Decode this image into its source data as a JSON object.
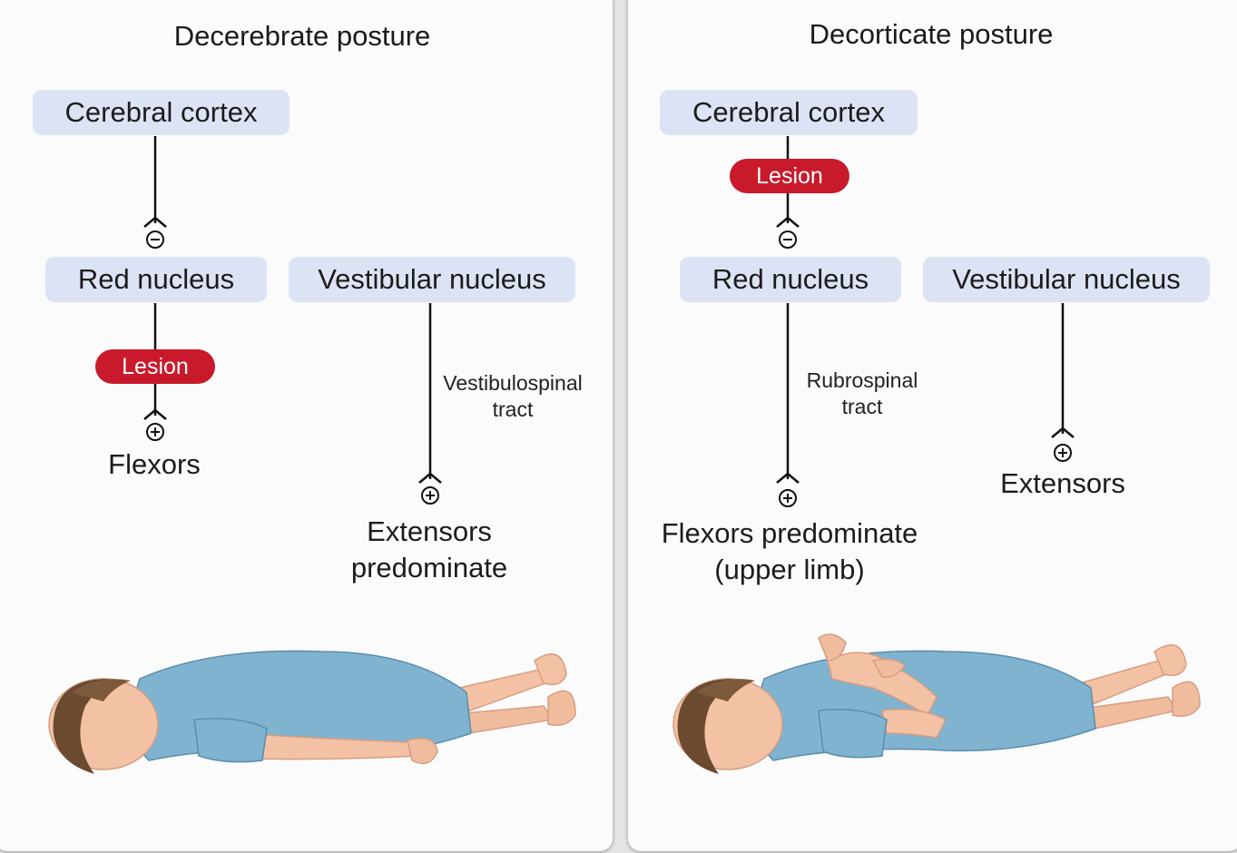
{
  "left": {
    "title": "Decerebrate posture",
    "cortex": "Cerebral cortex",
    "red_nucleus": "Red nucleus",
    "vestibular_nucleus": "Vestibular nucleus",
    "lesion": "Lesion",
    "flexors": "Flexors",
    "tract_line1": "Vestibulospinal",
    "tract_line2": "tract",
    "result_line1": "Extensors",
    "result_line2": "predominate",
    "symbols": {
      "inhibitory": "−",
      "excitatory": "+"
    }
  },
  "right": {
    "title": "Decorticate posture",
    "cortex": "Cerebral cortex",
    "lesion": "Lesion",
    "red_nucleus": "Red nucleus",
    "vestibular_nucleus": "Vestibular nucleus",
    "tract_line1": "Rubrospinal",
    "tract_line2": "tract",
    "result_line1": "Flexors predominate",
    "result_line2": "(upper limb)",
    "extensors": "Extensors"
  },
  "colors": {
    "box_fill": "#dce3f4",
    "lesion_fill": "#c81a2b",
    "gown": "#7fb3d0",
    "skin": "#f3c2a4",
    "hair": "#6b4a30"
  }
}
